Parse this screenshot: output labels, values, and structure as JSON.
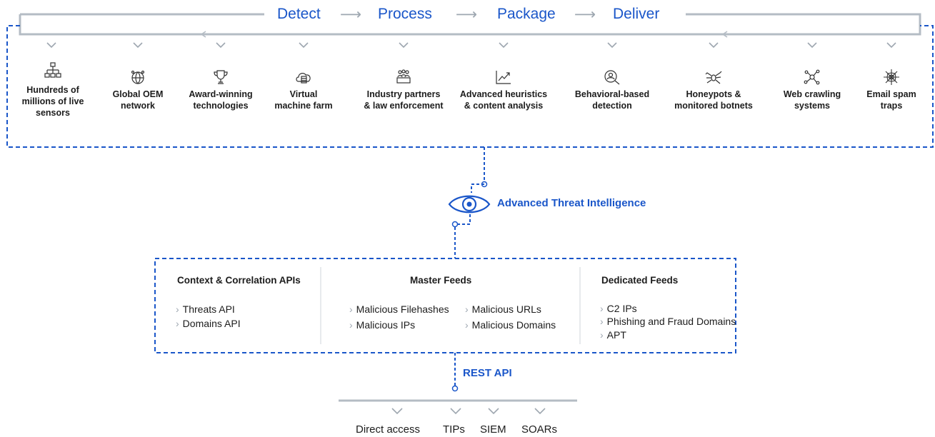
{
  "pipeline": [
    "Detect",
    "Process",
    "Package",
    "Deliver"
  ],
  "sources": [
    {
      "label": "Hundreds of\nmillions of live\nsensors",
      "icon": "sensor-network-icon"
    },
    {
      "label": "Global OEM\nnetwork",
      "icon": "globe-network-icon"
    },
    {
      "label": "Award-winning\ntechnologies",
      "icon": "trophy-icon"
    },
    {
      "label": "Virtual\nmachine farm",
      "icon": "cloud-server-icon"
    },
    {
      "label": "Industry partners\n& law enforcement",
      "icon": "partners-icon"
    },
    {
      "label": "Advanced heuristics\n& content analysis",
      "icon": "trend-chart-icon"
    },
    {
      "label": "Behavioral-based\ndetection",
      "icon": "behavior-search-icon"
    },
    {
      "label": "Honeypots &\nmonitored botnets",
      "icon": "spider-icon"
    },
    {
      "label": "Web crawling\nsystems",
      "icon": "crawler-node-icon"
    },
    {
      "label": "Email spam\ntraps",
      "icon": "web-trap-icon"
    }
  ],
  "hub": {
    "label": "Advanced Threat Intelligence",
    "icon": "eye-icon"
  },
  "columns": [
    {
      "title": "Context & Correlation APIs",
      "items": [
        "Threats API",
        "Domains API"
      ]
    },
    {
      "title": "Master Feeds",
      "items": [
        "Malicious Filehashes",
        "Malicious IPs",
        "Malicious URLs",
        "Malicious Domains"
      ]
    },
    {
      "title": "Dedicated Feeds",
      "items": [
        "C2 IPs",
        "Phishing and Fraud Domains",
        "APT"
      ]
    }
  ],
  "delivery": {
    "label": "REST API"
  },
  "destinations": [
    "Direct access",
    "TIPs",
    "SIEM",
    "SOARs"
  ],
  "colors": {
    "accent": "#1a56c9",
    "line": "#9ea7b0",
    "text": "#1c1c1c"
  }
}
